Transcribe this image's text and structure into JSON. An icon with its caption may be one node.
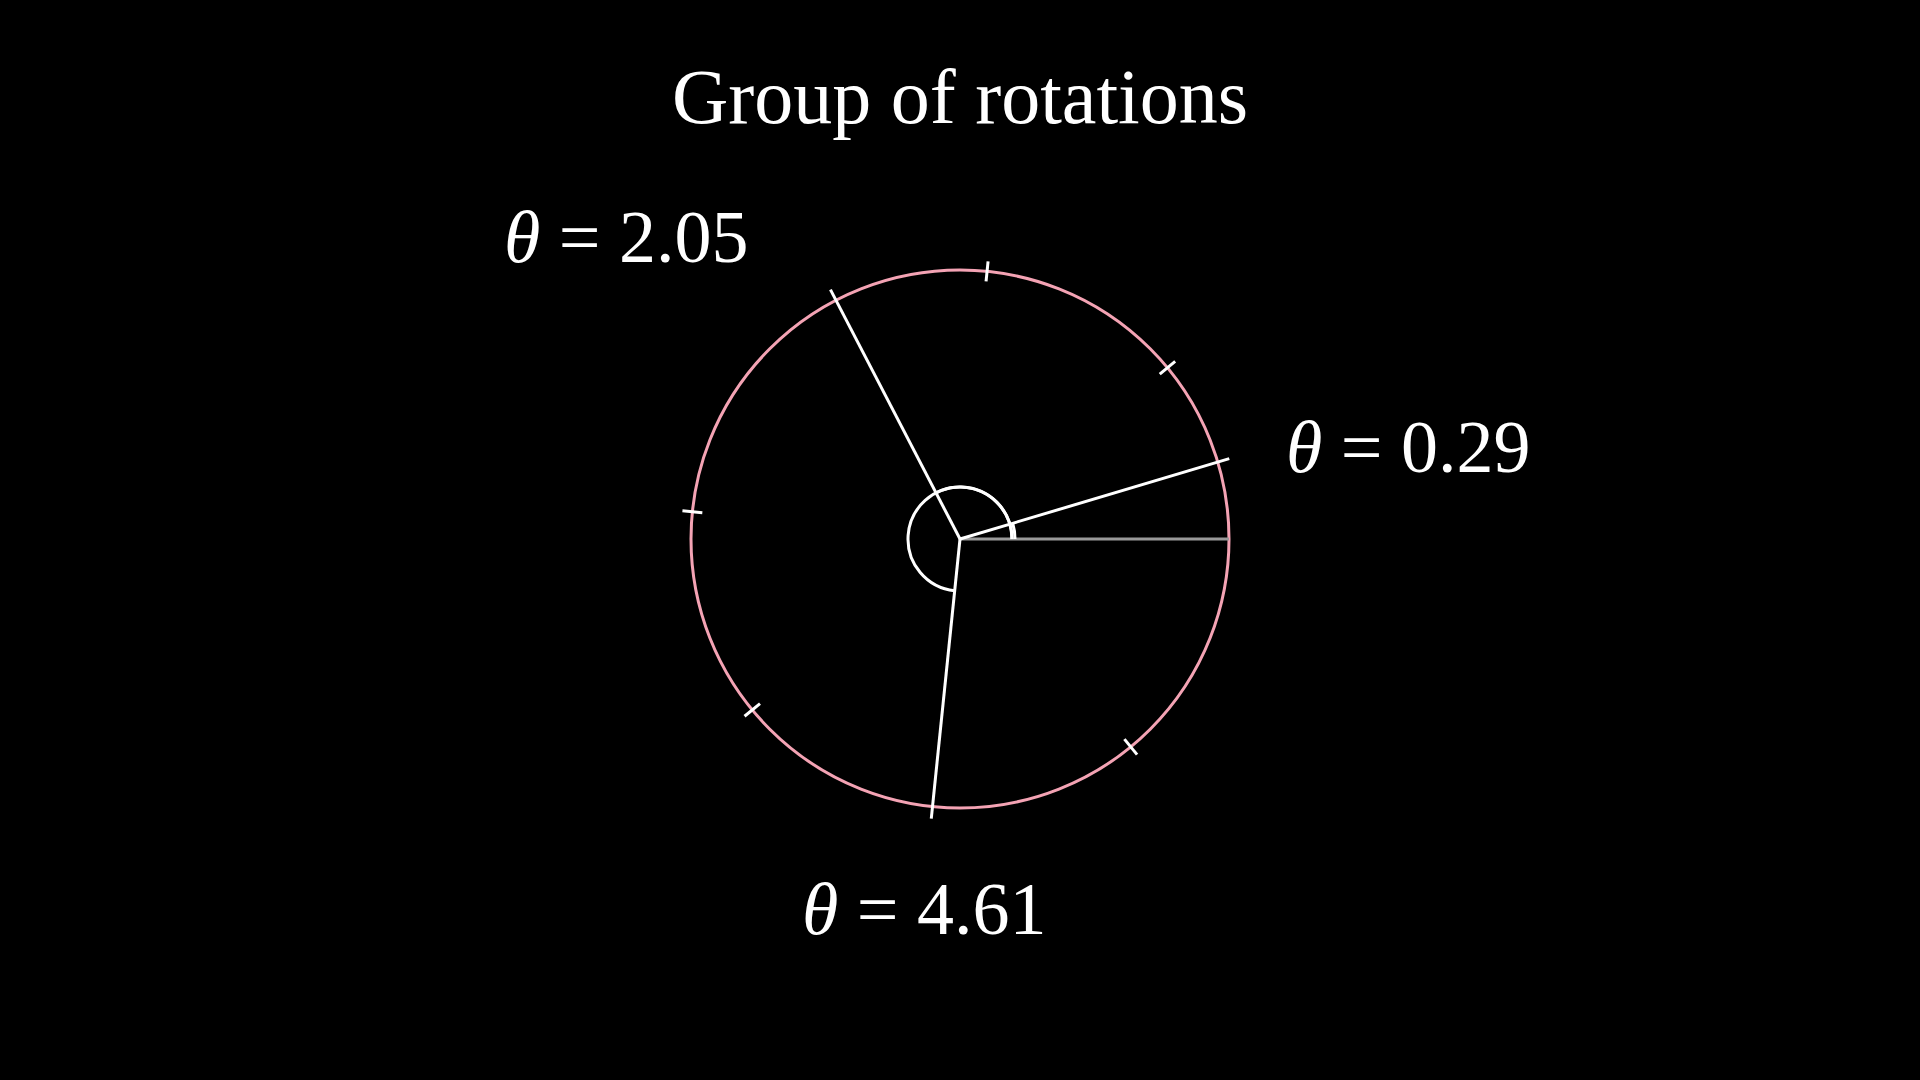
{
  "diagram": {
    "title": "Group of rotations",
    "labels": [
      "*θ* = 2.05",
      "*θ* = 0.29",
      "*θ* = 4.61"
    ]
  }
}
